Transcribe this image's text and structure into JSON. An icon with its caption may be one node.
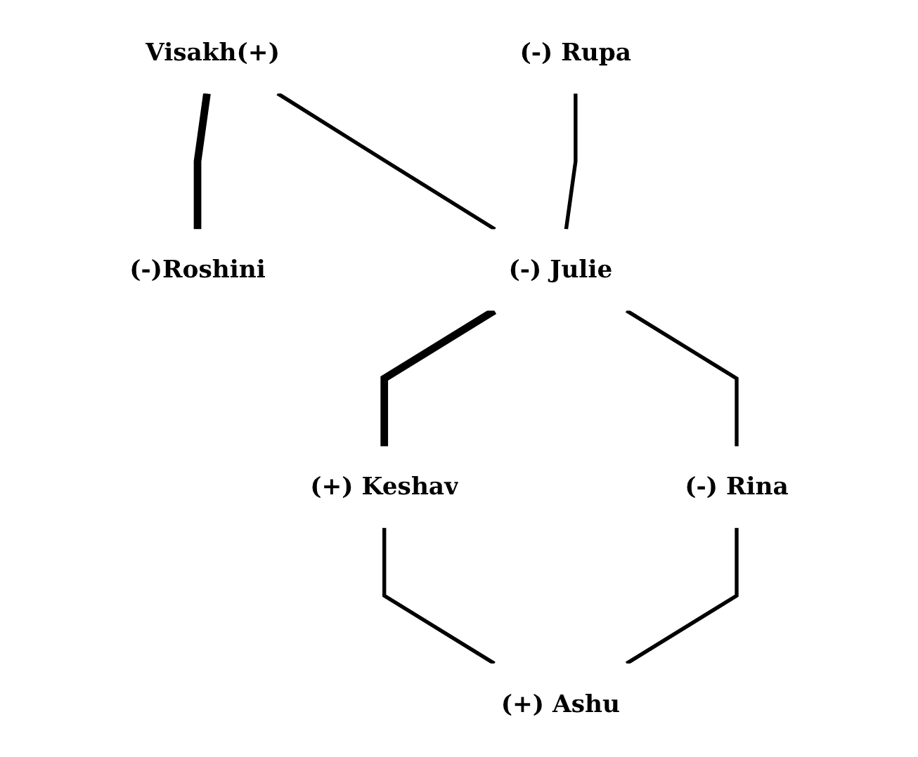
{
  "diagram": {
    "nodes": [
      {
        "text": [
          "Visakh(+)"
        ]
      },
      {
        "text": [
          "(-)Roshini"
        ]
      },
      {
        "text": [
          "(-) Julie"
        ]
      },
      {
        "text": [
          "(+) Keshav"
        ]
      },
      {
        "text": [
          "(-) Rupa"
        ]
      },
      {
        "text": [
          "(-) Rina"
        ]
      },
      {
        "text": [
          "(+) Ashu"
        ]
      }
    ],
    "edges": [
      {
        "from": 0,
        "to": 1,
        "arrow": "none",
        "style": "thick"
      },
      {
        "from": 0,
        "to": 2,
        "arrow": "none"
      },
      {
        "from": 4,
        "to": 2,
        "arrow": "none"
      },
      {
        "from": 2,
        "to": 3,
        "arrow": "none",
        "style": "thick"
      },
      {
        "from": 2,
        "to": 5,
        "arrow": "none"
      },
      {
        "from": 3,
        "to": 6,
        "arrow": "none"
      },
      {
        "from": 5,
        "to": 6,
        "arrow": "none"
      }
    ]
  }
}
